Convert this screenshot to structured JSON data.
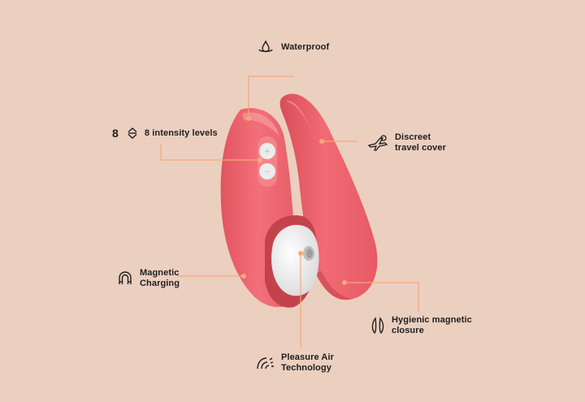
{
  "features": {
    "waterproof": "Waterproof",
    "intensity_count": "8",
    "intensity": "8 intensity levels",
    "travel_cover": "Discreet\ntravel cover",
    "charging": "Magnetic\nCharging",
    "closure": "Hygienic magnetic\nclosure",
    "air": "Pleasure Air\nTechnology"
  },
  "icons": {
    "waterproof": "water-drop-icon",
    "intensity": "up-down-arrows-icon",
    "travel_cover": "airplane-icon",
    "charging": "magnet-icon",
    "closure": "magnetic-closure-icon",
    "air": "air-wave-icon"
  },
  "colors": {
    "background": "#ebcfbf",
    "device": "#f0666e",
    "device_shade": "#d94e58",
    "buttons": "#ececec",
    "callout_line": "#f5a97a"
  }
}
